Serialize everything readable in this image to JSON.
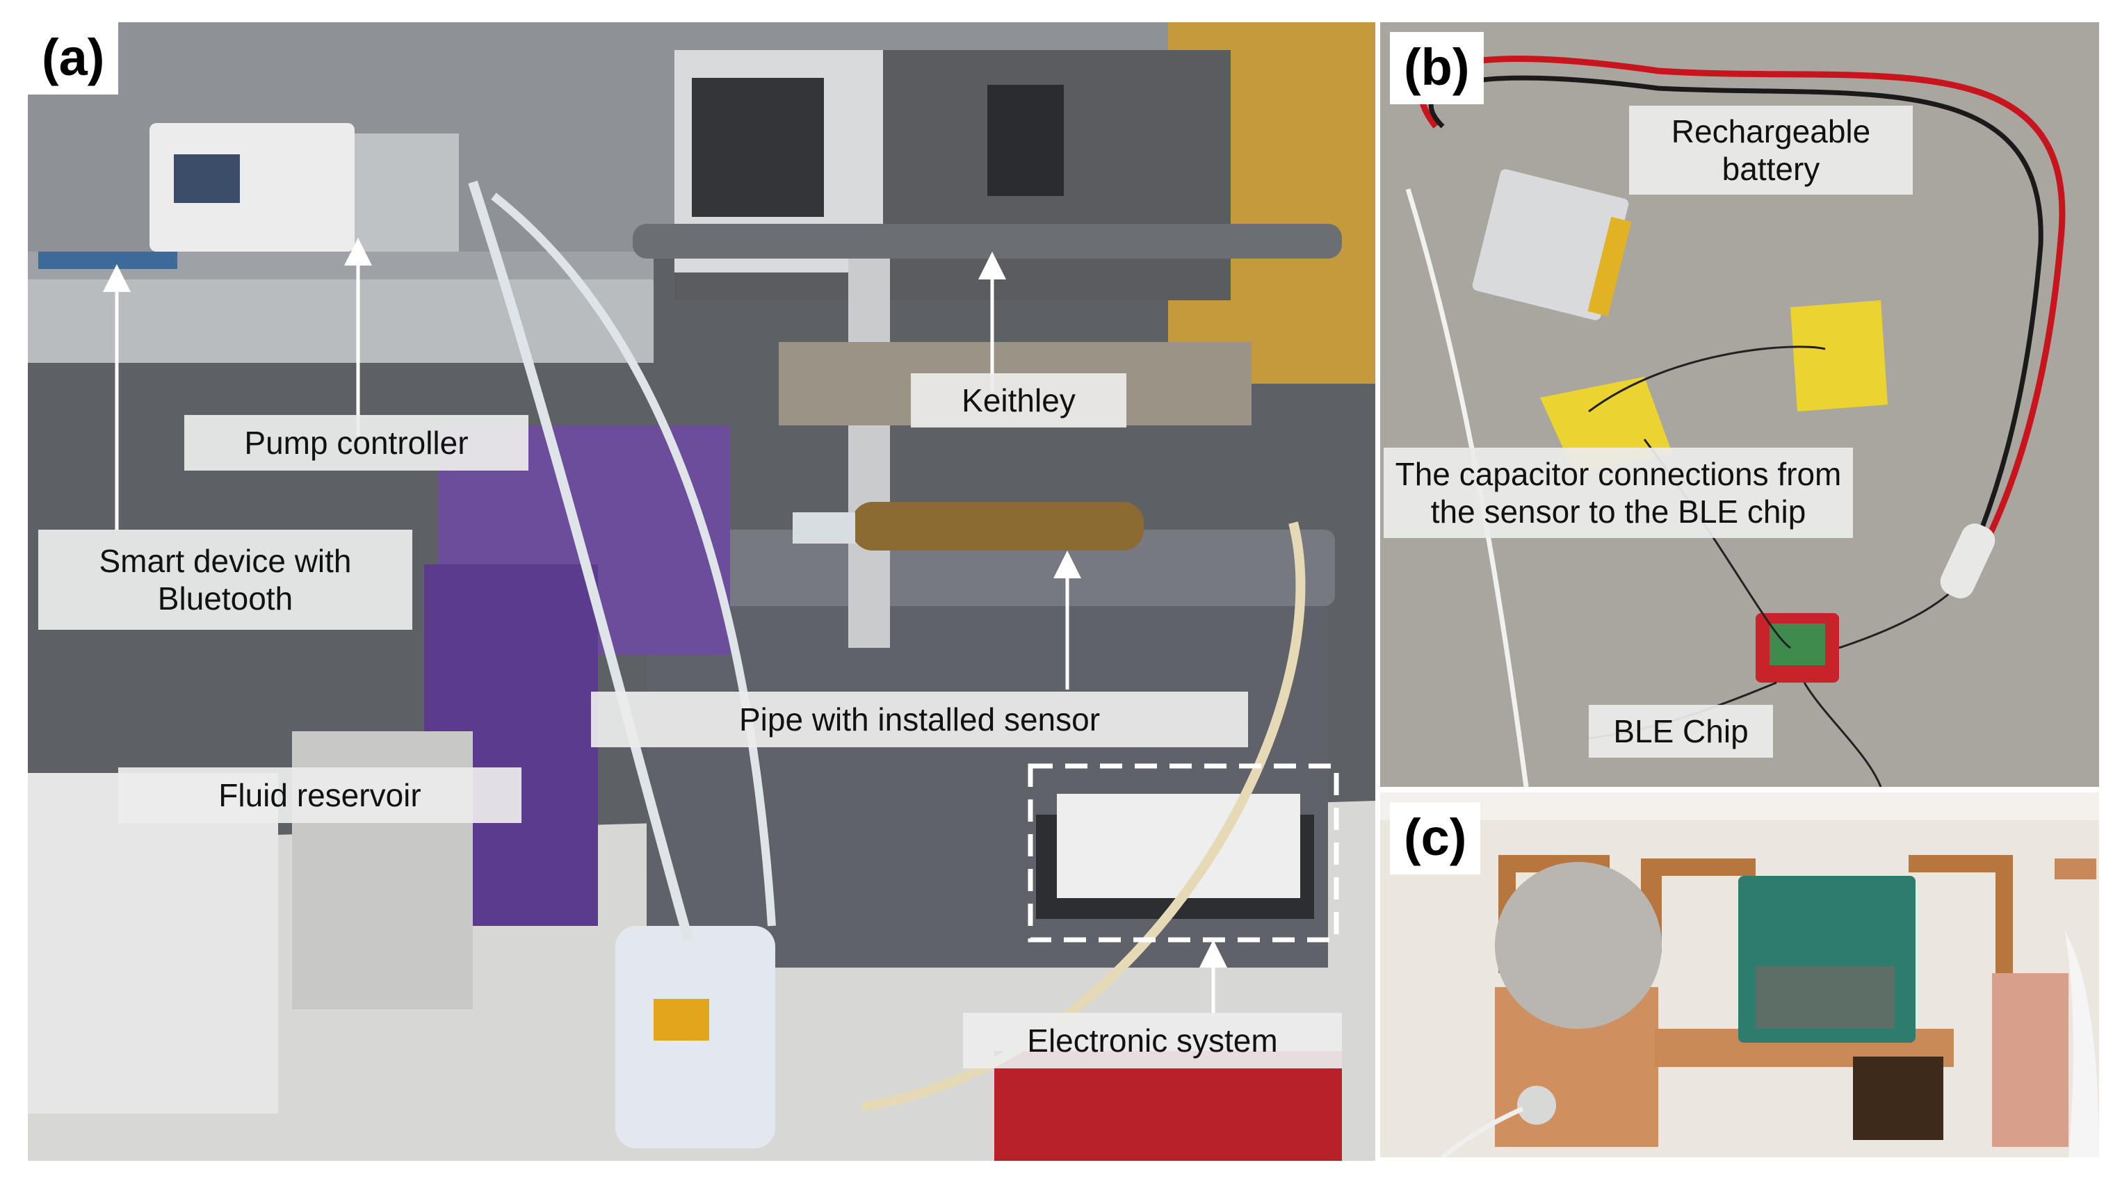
{
  "panels": {
    "a": {
      "letter": "(a)",
      "labels": {
        "smart_device_line1": "Smart device with",
        "smart_device_line2": "Bluetooth",
        "pump_controller": "Pump controller",
        "keithley": "Keithley",
        "pipe_sensor": "Pipe with installed sensor",
        "fluid_reservoir": "Fluid reservoir",
        "electronic_system": "Electronic system"
      }
    },
    "b": {
      "letter": "(b)",
      "labels": {
        "battery_line1": "Rechargeable",
        "battery_line2": "battery",
        "capacitor_line1": "The capacitor connections from",
        "capacitor_line2": "the sensor to the  BLE chip",
        "ble_chip": "BLE Chip"
      }
    },
    "c": {
      "letter": "(c)"
    }
  }
}
